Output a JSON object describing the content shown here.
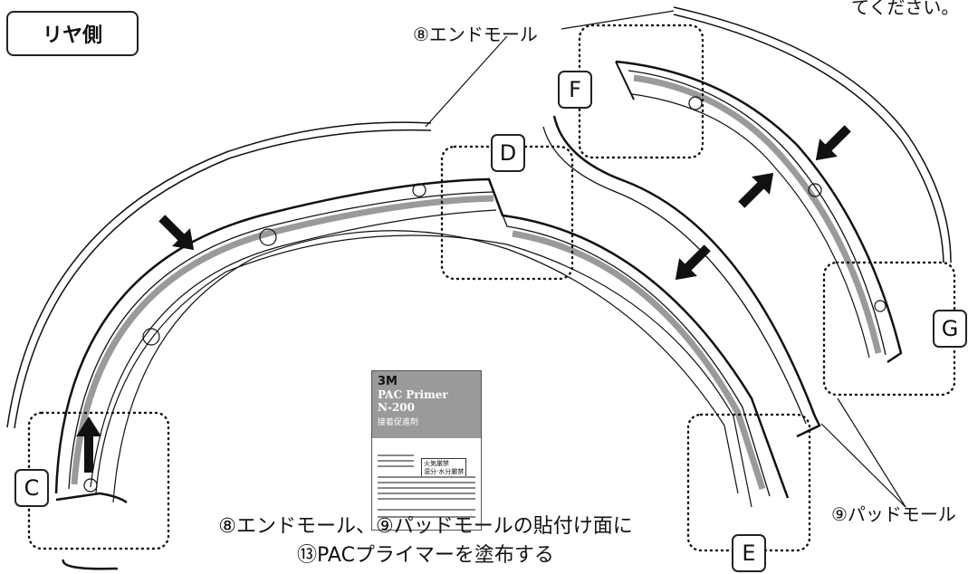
{
  "title": "リヤ側",
  "labels": {
    "end_mold_top": "⑧エンドモール",
    "pad_mold": "⑨パッドモール",
    "top_right_text": "てください。"
  },
  "section_letters": {
    "c": "C",
    "d": "D",
    "e": "E",
    "f": "F",
    "g": "G"
  },
  "caption": {
    "line1": "⑧エンドモール、⑨パッドモールの貼付け面に",
    "line2": "⑬PACプライマーを塗布する"
  },
  "primer_can": {
    "brand": "3M",
    "name_line1": "PAC Primer",
    "name_line2": "N-200",
    "subtitle": "接着促進剤",
    "warning_line1": "火気厳禁",
    "warning_line2": "湿分·水分厳禁"
  },
  "colors": {
    "stroke": "#111111",
    "inner_gray": "#9a9a9a"
  }
}
